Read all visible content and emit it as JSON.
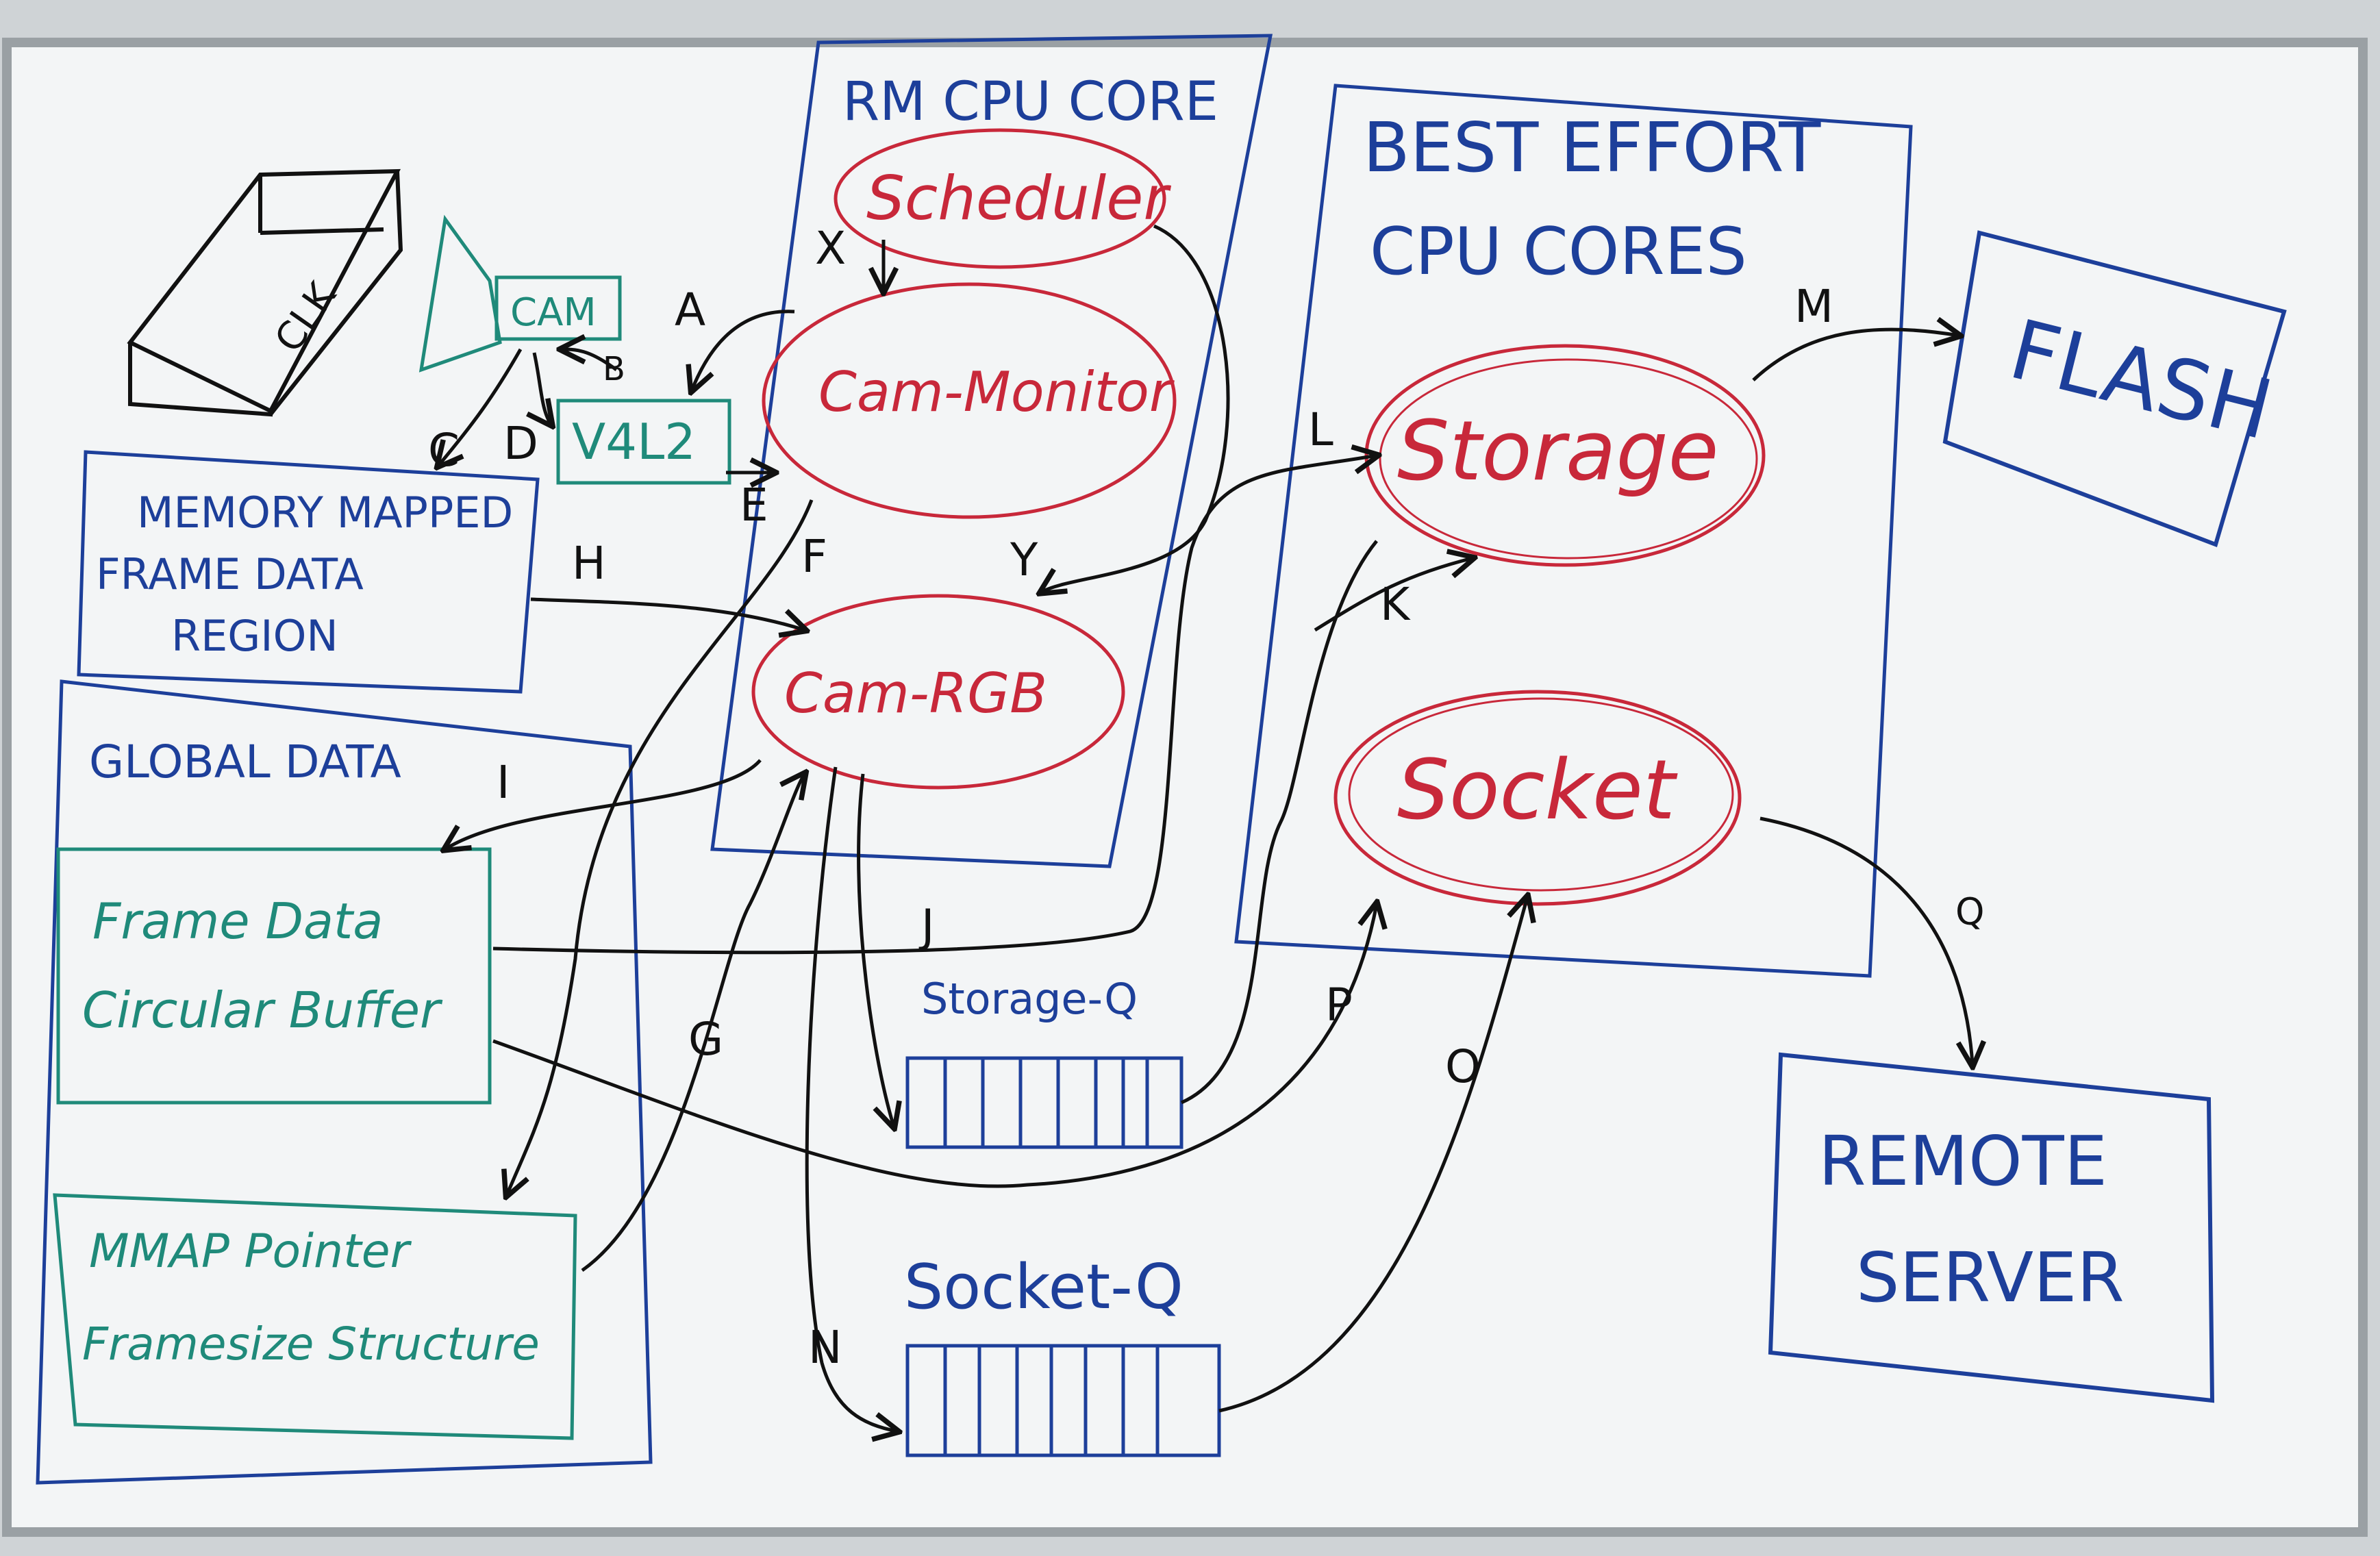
{
  "colors": {
    "blue": "#1d3f9a",
    "red": "#c8283a",
    "teal": "#1f8a7a",
    "black": "#111111",
    "board": "#f3f5f6"
  },
  "titles": {
    "rm_cpu_core": "RM CPU CORE",
    "best_effort_1": "BEST EFFORT",
    "best_effort_2": "CPU CORES"
  },
  "nodes": {
    "clk": "CLK",
    "cam": "CAM",
    "v4l2": "V4L2",
    "memory_mapped_1": "MEMORY MAPPED",
    "memory_mapped_2": "FRAME DATA",
    "memory_mapped_3": "REGION",
    "global_data": "GLOBAL DATA",
    "frame_data_1": "Frame Data",
    "frame_data_2": "Circular Buffer",
    "mmap_1": "MMAP Pointer",
    "mmap_2": "Framesize Structure",
    "scheduler": "Scheduler",
    "cam_monitor": "Cam-Monitor",
    "cam_rgb": "Cam-RGB",
    "storage": "Storage",
    "socket": "Socket",
    "storage_q": "Storage-Q",
    "socket_q": "Socket-Q",
    "flash": "FLASH",
    "remote_1": "REMOTE",
    "remote_2": "SERVER"
  },
  "edge_labels": {
    "a": "A",
    "b": "B",
    "c": "C",
    "d": "D",
    "e": "E",
    "f": "F",
    "g": "G",
    "h": "H",
    "i": "I",
    "j": "J",
    "k": "K",
    "l": "L",
    "m": "M",
    "n": "N",
    "o": "O",
    "p": "P",
    "q": "Q",
    "x": "X",
    "y": "Y"
  }
}
